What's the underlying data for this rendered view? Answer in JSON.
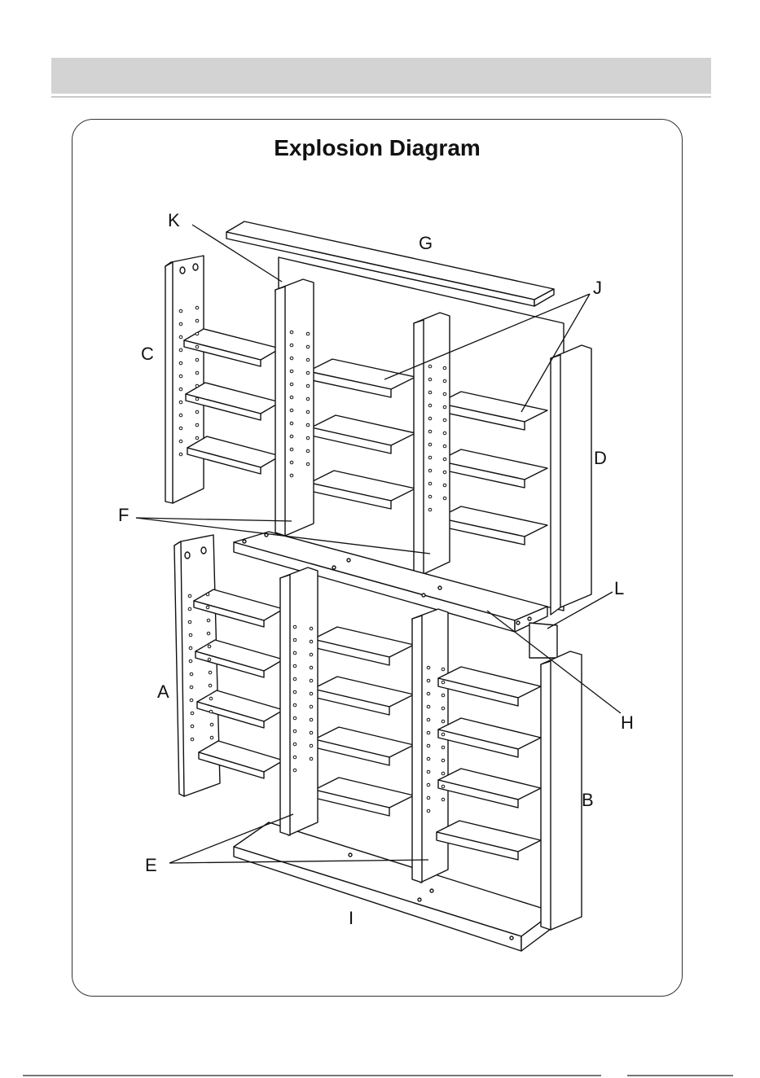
{
  "title": "Explosion Diagram",
  "labels": {
    "a": "A",
    "b": "B",
    "c": "C",
    "d": "D",
    "e": "E",
    "f": "F",
    "g": "G",
    "h": "H",
    "i": "I",
    "j": "J",
    "k": "K",
    "l": "L"
  }
}
